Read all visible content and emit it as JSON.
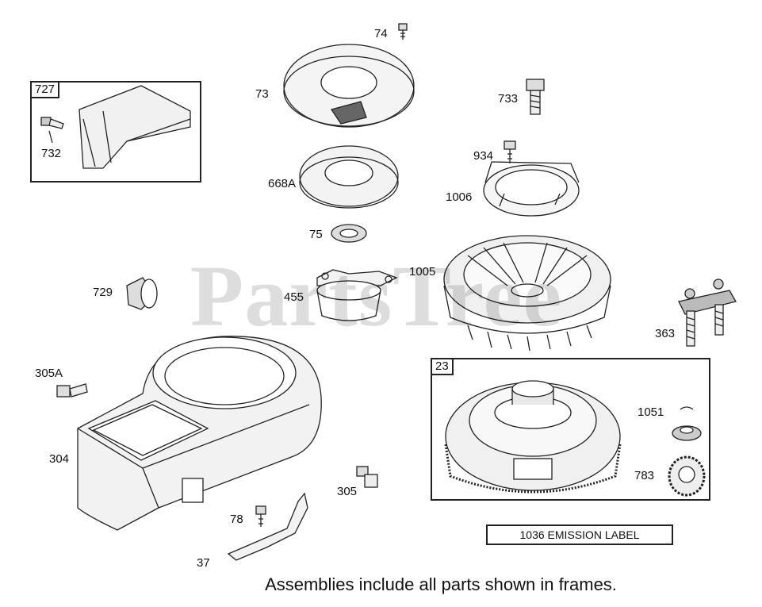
{
  "watermark": "PartsTree",
  "caption": "Assemblies include all parts shown in frames.",
  "emission_label": "1036 EMISSION LABEL",
  "frames": [
    {
      "id": "727",
      "name": "frame-727"
    },
    {
      "id": "23",
      "name": "frame-23"
    }
  ],
  "parts": [
    {
      "ref": "74",
      "desc": "screw"
    },
    {
      "ref": "73",
      "desc": "rotating screen"
    },
    {
      "ref": "727",
      "desc": "air guide assembly"
    },
    {
      "ref": "732",
      "desc": "screw"
    },
    {
      "ref": "733",
      "desc": "screw"
    },
    {
      "ref": "934",
      "desc": "screw"
    },
    {
      "ref": "668A",
      "desc": "retainer plate"
    },
    {
      "ref": "1006",
      "desc": "starter cup"
    },
    {
      "ref": "75",
      "desc": "washer"
    },
    {
      "ref": "1005",
      "desc": "flywheel fan"
    },
    {
      "ref": "455",
      "desc": "clutch housing"
    },
    {
      "ref": "729",
      "desc": "grommet"
    },
    {
      "ref": "363",
      "desc": "ignition armature bracket"
    },
    {
      "ref": "305A",
      "desc": "screw"
    },
    {
      "ref": "304",
      "desc": "blower housing"
    },
    {
      "ref": "23",
      "desc": "flywheel assembly"
    },
    {
      "ref": "1051",
      "desc": "key"
    },
    {
      "ref": "305",
      "desc": "screw"
    },
    {
      "ref": "783",
      "desc": "ring gear"
    },
    {
      "ref": "78",
      "desc": "screw"
    },
    {
      "ref": "37",
      "desc": "bracket"
    }
  ]
}
